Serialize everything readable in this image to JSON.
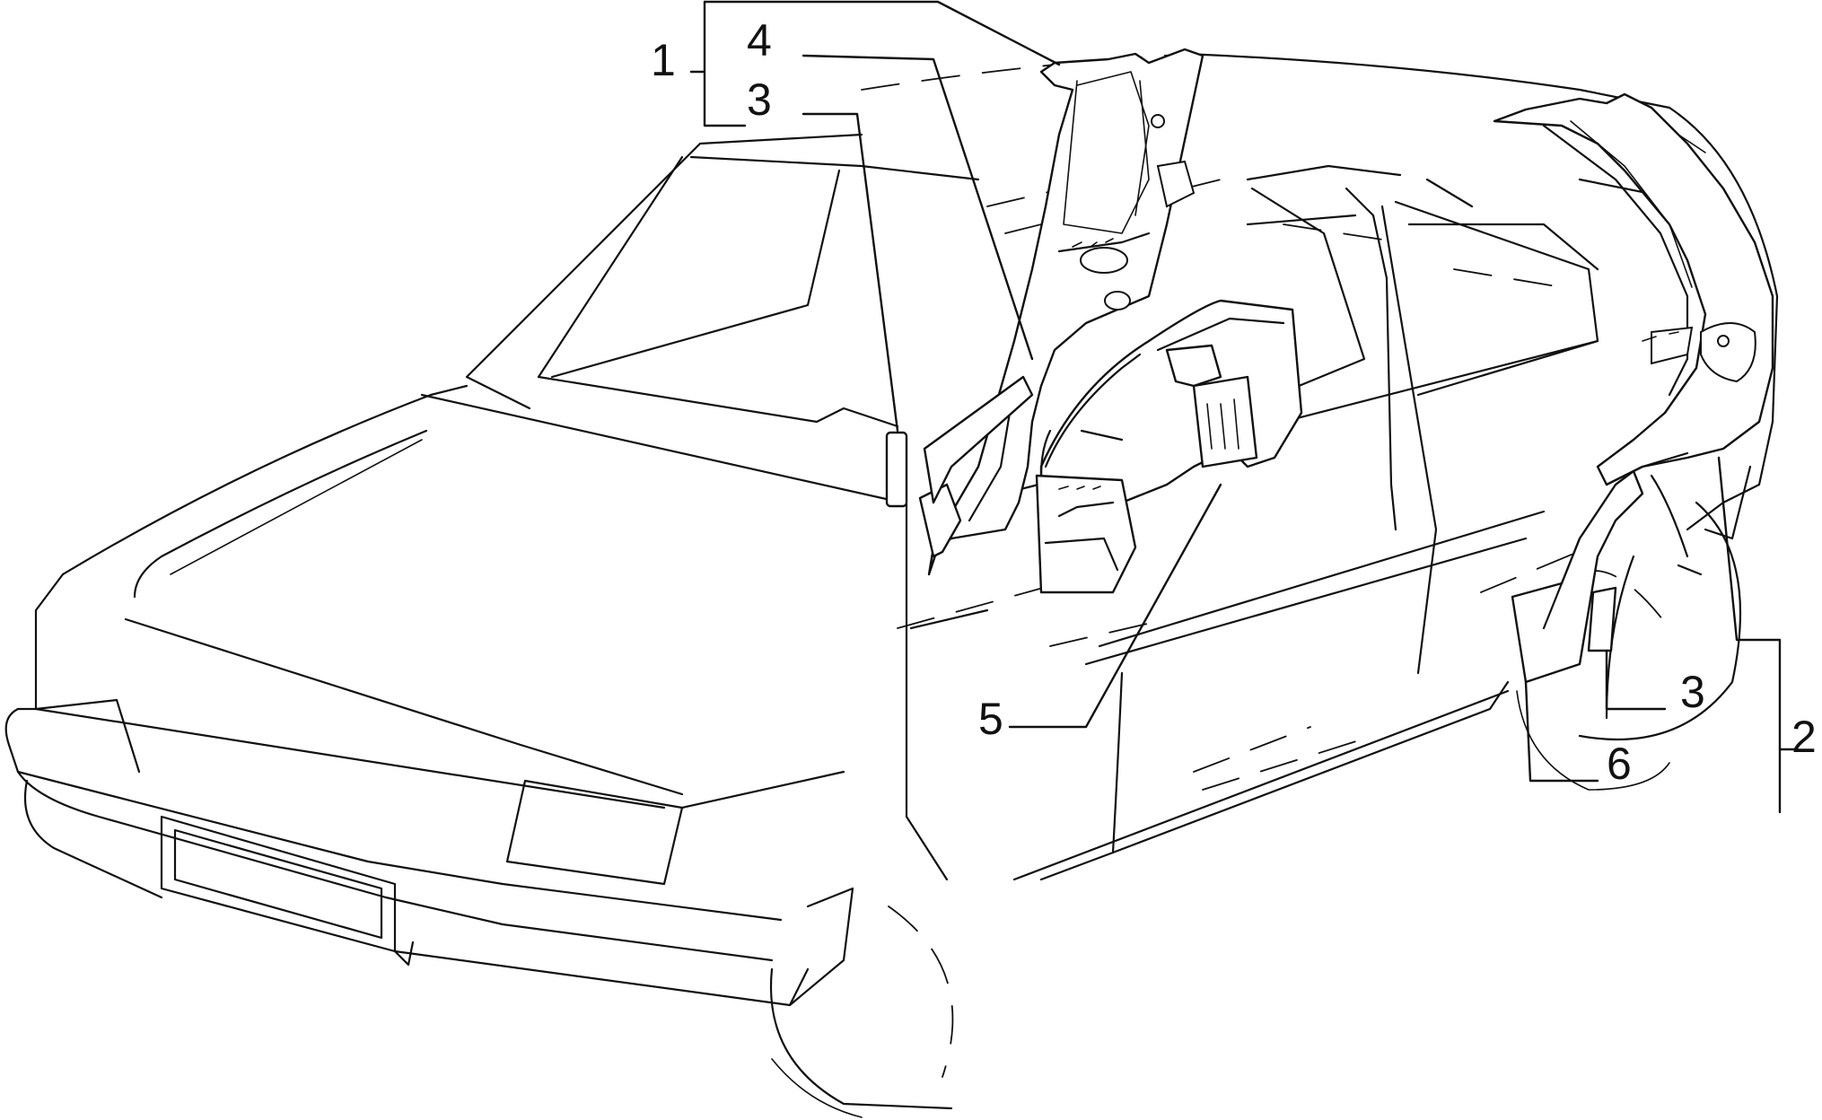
{
  "callouts": {
    "c1": "1",
    "c2": "2",
    "c3_front": "3",
    "c3_rear": "3",
    "c4": "4",
    "c5": "5",
    "c6": "6"
  },
  "colors": {
    "ink": "#111111",
    "paper": "#ffffff"
  }
}
